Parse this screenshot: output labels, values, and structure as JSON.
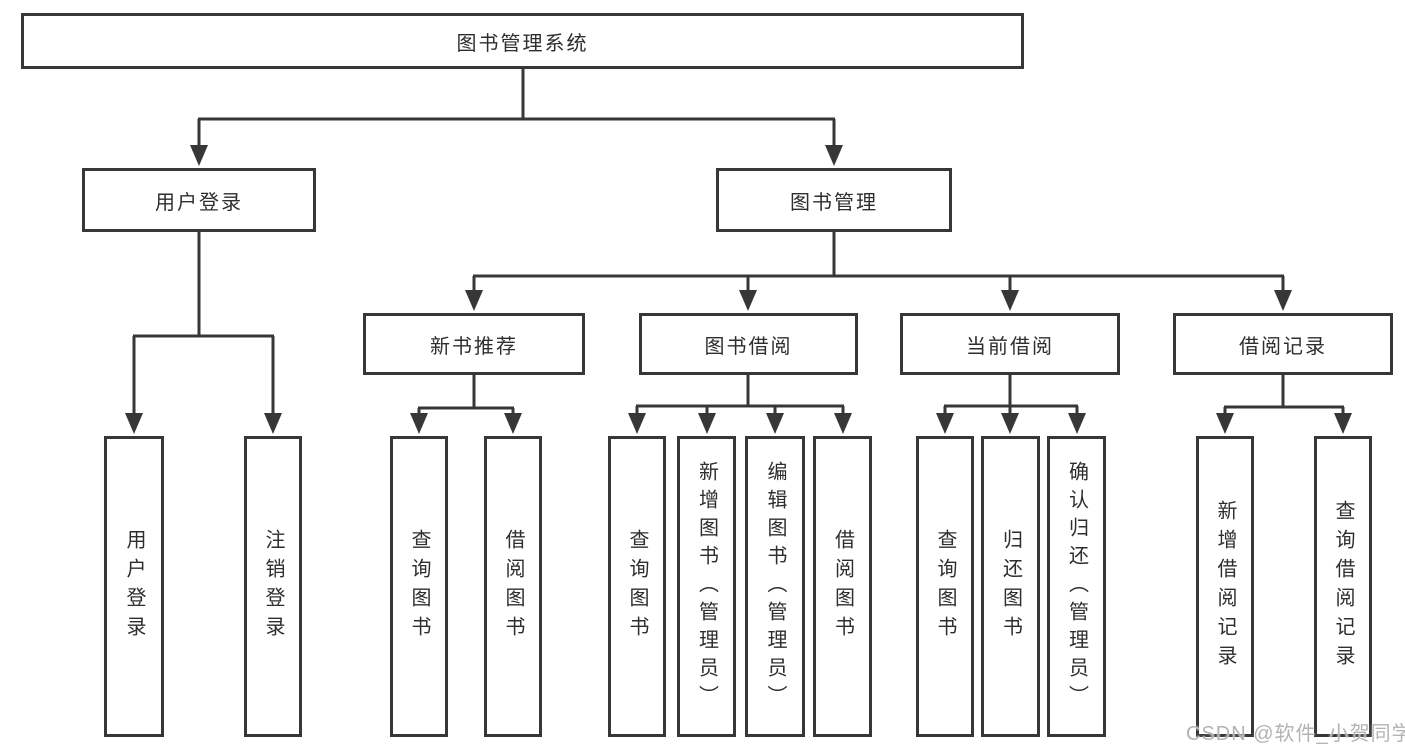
{
  "tree": {
    "root": "图书管理系统",
    "children": [
      {
        "label": "用户登录",
        "children": [
          {
            "label": "用户登录"
          },
          {
            "label": "注销登录"
          }
        ]
      },
      {
        "label": "图书管理",
        "children": [
          {
            "label": "新书推荐",
            "children": [
              {
                "label": "查询图书"
              },
              {
                "label": "借阅图书"
              }
            ]
          },
          {
            "label": "图书借阅",
            "children": [
              {
                "label": "查询图书"
              },
              {
                "label": "新增图书（管理员）"
              },
              {
                "label": "编辑图书（管理员）"
              },
              {
                "label": "借阅图书"
              }
            ]
          },
          {
            "label": "当前借阅",
            "children": [
              {
                "label": "查询图书"
              },
              {
                "label": "归还图书"
              },
              {
                "label": "确认归还（管理员）"
              }
            ]
          },
          {
            "label": "借阅记录",
            "children": [
              {
                "label": "新增借阅记录"
              },
              {
                "label": "查询借阅记录"
              }
            ]
          }
        ]
      }
    ]
  },
  "watermark": {
    "text": "CSDN @软件_小贺同学"
  },
  "colors": {
    "line": "#373737",
    "box_border": "#373737",
    "text": "#2e2e2e",
    "watermark": "#b3b3b3"
  }
}
